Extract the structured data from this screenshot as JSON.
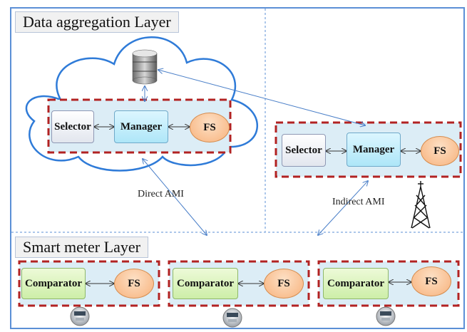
{
  "layers": {
    "aggregation_title": "Data aggregation Layer",
    "smart_meter_title": "Smart meter Layer"
  },
  "cloud_group": {
    "selector": "Selector",
    "manager": "Manager",
    "fs": "FS"
  },
  "remote_group": {
    "selector": "Selector",
    "manager": "Manager",
    "fs": "FS"
  },
  "meters": [
    {
      "comparator": "Comparator",
      "fs": "FS"
    },
    {
      "comparator": "Comparator",
      "fs": "FS"
    },
    {
      "comparator": "Comparator",
      "fs": "FS"
    }
  ],
  "links": {
    "direct": "Direct AMI",
    "indirect": "Indirect AMI"
  },
  "colors": {
    "outer_border": "#5b8fd6",
    "group_border": "#b22222",
    "group_fill": "#dcedf6",
    "cloud_stroke": "#2f7bd8",
    "fs_fill": "#f7b27c",
    "manager_fill": "#aee6f8",
    "comparator_fill": "#cdeea8"
  }
}
